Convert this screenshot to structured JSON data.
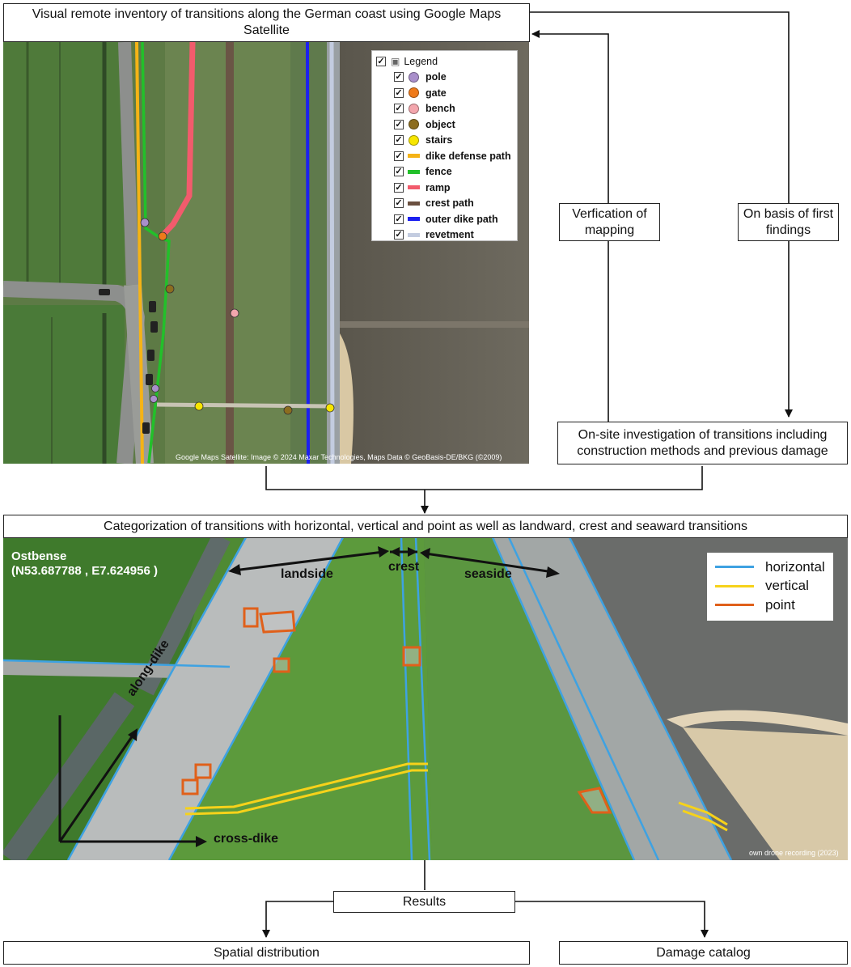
{
  "boxes": {
    "inventory": "Visual remote inventory of transitions along the German coast using Google Maps Satellite",
    "verification": "Verfication of mapping",
    "first_findings": "On basis of first findings",
    "onsite": "On-site investigation of transitions including construction methods and previous damage",
    "categorization": "Categorization of transitions with horizontal, vertical and point as well as landward, crest and seaward transitions",
    "results": "Results",
    "spatial": "Spatial distribution",
    "damage": "Damage catalog"
  },
  "map": {
    "credit": "Google Maps Satellite: Image © 2024 Maxar Technologies, Maps Data © GeoBasis-DE/BKG (©2009)",
    "legend_title": "Legend",
    "legend_items": [
      {
        "label": "pole",
        "shape": "dot",
        "color": "#a98fcb"
      },
      {
        "label": "gate",
        "shape": "dot",
        "color": "#ef7a1a"
      },
      {
        "label": "bench",
        "shape": "dot",
        "color": "#f3a6ad"
      },
      {
        "label": "object",
        "shape": "dot",
        "color": "#8c6d1f"
      },
      {
        "label": "stairs",
        "shape": "dot",
        "color": "#f7e600"
      },
      {
        "label": "dike defense path",
        "shape": "line",
        "color": "#f5b316"
      },
      {
        "label": "fence",
        "shape": "line",
        "color": "#22c02a"
      },
      {
        "label": "ramp",
        "shape": "line",
        "color": "#f25b6c"
      },
      {
        "label": "crest path",
        "shape": "line",
        "color": "#6b5040"
      },
      {
        "label": "outer dike path",
        "shape": "line",
        "color": "#1c20f0"
      },
      {
        "label": "revetment",
        "shape": "line",
        "color": "#c3cce0"
      }
    ]
  },
  "photo": {
    "location": "Ostbense",
    "coords": "(N53.687788 , E7.624956 )",
    "landside": "landside",
    "crest": "crest",
    "seaside": "seaside",
    "along": "along-dike",
    "cross": "cross-dike",
    "credit": "own drone recording (2023)",
    "legend_items": [
      {
        "label": "horizontal",
        "color": "#3ea2e2"
      },
      {
        "label": "vertical",
        "color": "#f6d21a"
      },
      {
        "label": "point",
        "color": "#e0601a"
      }
    ]
  }
}
